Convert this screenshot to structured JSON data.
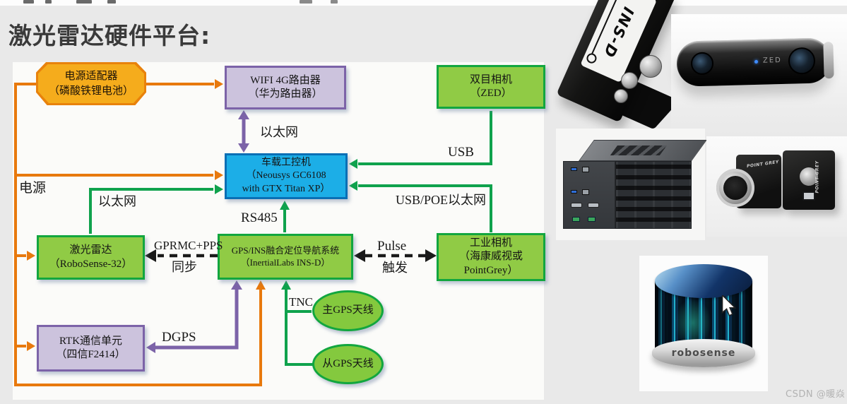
{
  "title": "激光雷达硬件平台:",
  "watermark": "CSDN @暖焱",
  "colors": {
    "background": "#e9e9e9",
    "panel": "#fbfbf9",
    "orange_line": "#e8790d",
    "orange_fill": "#f5ac1c",
    "orange_border": "#e8820c",
    "green_line": "#0fa24d",
    "green_fill": "#90cb45",
    "green_border": "#12a63f",
    "purple_line": "#7c63a8",
    "purple_fill": "#ccc3dd",
    "blue_fill": "#1caee7",
    "blue_border": "#0a6fb5",
    "dashed_black": "#1a1a1a"
  },
  "diagram": {
    "nodes": {
      "power_adapter": {
        "line1": "电源适配器",
        "line2": "（磷酸铁锂电池）"
      },
      "wifi_router": {
        "line1": "WIFI 4G路由器",
        "line2": "（华为路由器）"
      },
      "stereo_camera": {
        "line1": "双目相机",
        "line2": "（ZED）"
      },
      "onboard_pc": {
        "line1": "车载工控机",
        "line2": "（Neousys GC6108",
        "line3": "with GTX Titan XP）"
      },
      "lidar": {
        "line1": "激光雷达",
        "line2": "（RoboSense-32）"
      },
      "gps_ins": {
        "line1": "GPS/INS融合定位导航系统",
        "line2": "（InertialLabs INS-D）"
      },
      "industrial_camera": {
        "line1": "工业相机",
        "line2": "（海康威视或",
        "line3": "PointGrey）"
      },
      "rtk_unit": {
        "line1": "RTK通信单元",
        "line2": "（四信F2414）"
      },
      "main_gps_antenna": {
        "label": "主GPS天线"
      },
      "slave_gps_antenna": {
        "label": "从GPS天线"
      }
    },
    "edge_labels": {
      "power": "电源",
      "ethernet_top": "以太网",
      "ethernet_left": "以太网",
      "usb": "USB",
      "usb_poe": "USB/POE以太网",
      "rs485": "RS485",
      "gprmc_pps": "GPRMC+PPS",
      "sync": "同步",
      "pulse": "Pulse",
      "trigger": "触发",
      "dgps": "DGPS",
      "tnc": "TNC"
    }
  },
  "photos": {
    "ins_d_label": "INS-D",
    "zed_label": "ZED",
    "pointgrey_label": "POINT GREY",
    "robosense_label": "robosense"
  }
}
